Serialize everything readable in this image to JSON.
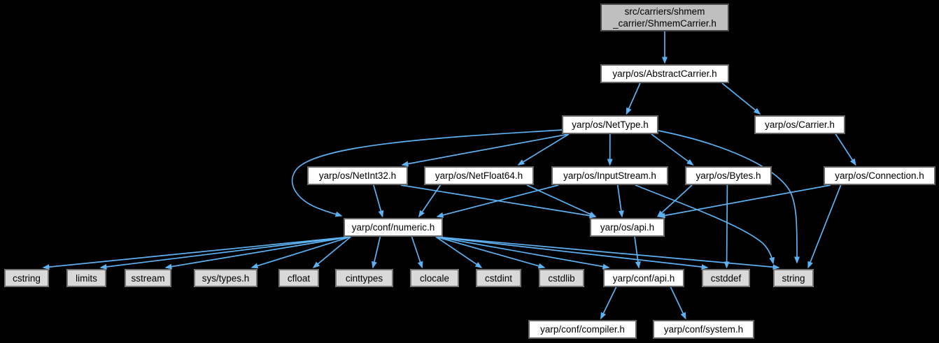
{
  "diagram": {
    "type": "include-dependency-graph",
    "colors": {
      "background": "#000000",
      "edge": "#5cb2f2",
      "root_fill": "#bfbfbf",
      "yarp_header_fill": "#ffffff",
      "system_header_fill": "#d9d9d9",
      "border": "#656565",
      "text": "#000000"
    },
    "nodes": [
      {
        "id": "shmem",
        "label": "src/carriers/shmem\n_carrier/ShmemCarrier.h",
        "kind": "file"
      },
      {
        "id": "abstract",
        "label": "yarp/os/AbstractCarrier.h",
        "kind": "yarp-header"
      },
      {
        "id": "nettype",
        "label": "yarp/os/NetType.h",
        "kind": "yarp-header"
      },
      {
        "id": "carrier",
        "label": "yarp/os/Carrier.h",
        "kind": "yarp-header"
      },
      {
        "id": "netint32",
        "label": "yarp/os/NetInt32.h",
        "kind": "yarp-header"
      },
      {
        "id": "netfloat64",
        "label": "yarp/os/NetFloat64.h",
        "kind": "yarp-header"
      },
      {
        "id": "inputstream",
        "label": "yarp/os/InputStream.h",
        "kind": "yarp-header"
      },
      {
        "id": "bytes",
        "label": "yarp/os/Bytes.h",
        "kind": "yarp-header"
      },
      {
        "id": "connection",
        "label": "yarp/os/Connection.h",
        "kind": "yarp-header"
      },
      {
        "id": "numeric",
        "label": "yarp/conf/numeric.h",
        "kind": "yarp-header"
      },
      {
        "id": "osapi",
        "label": "yarp/os/api.h",
        "kind": "yarp-header"
      },
      {
        "id": "cstring",
        "label": "cstring",
        "kind": "system-header"
      },
      {
        "id": "limits",
        "label": "limits",
        "kind": "system-header"
      },
      {
        "id": "sstream",
        "label": "sstream",
        "kind": "system-header"
      },
      {
        "id": "systypes",
        "label": "sys/types.h",
        "kind": "system-header"
      },
      {
        "id": "cfloat",
        "label": "cfloat",
        "kind": "system-header"
      },
      {
        "id": "cinttypes",
        "label": "cinttypes",
        "kind": "system-header"
      },
      {
        "id": "clocale",
        "label": "clocale",
        "kind": "system-header"
      },
      {
        "id": "cstdint",
        "label": "cstdint",
        "kind": "system-header"
      },
      {
        "id": "cstdlib",
        "label": "cstdlib",
        "kind": "system-header"
      },
      {
        "id": "confapi",
        "label": "yarp/conf/api.h",
        "kind": "yarp-header"
      },
      {
        "id": "cstddef",
        "label": "cstddef",
        "kind": "system-header"
      },
      {
        "id": "string",
        "label": "string",
        "kind": "system-header"
      },
      {
        "id": "compiler",
        "label": "yarp/conf/compiler.h",
        "kind": "yarp-header"
      },
      {
        "id": "system",
        "label": "yarp/conf/system.h",
        "kind": "yarp-header"
      }
    ],
    "edges": [
      {
        "from": "shmem",
        "to": "abstract"
      },
      {
        "from": "abstract",
        "to": "nettype"
      },
      {
        "from": "abstract",
        "to": "carrier"
      },
      {
        "from": "carrier",
        "to": "connection"
      },
      {
        "from": "nettype",
        "to": "netint32"
      },
      {
        "from": "nettype",
        "to": "netfloat64"
      },
      {
        "from": "nettype",
        "to": "inputstream"
      },
      {
        "from": "nettype",
        "to": "bytes"
      },
      {
        "from": "nettype",
        "to": "numeric"
      },
      {
        "from": "nettype",
        "to": "string"
      },
      {
        "from": "netint32",
        "to": "numeric"
      },
      {
        "from": "netint32",
        "to": "osapi"
      },
      {
        "from": "netfloat64",
        "to": "numeric"
      },
      {
        "from": "netfloat64",
        "to": "osapi"
      },
      {
        "from": "inputstream",
        "to": "numeric"
      },
      {
        "from": "inputstream",
        "to": "osapi"
      },
      {
        "from": "inputstream",
        "to": "string"
      },
      {
        "from": "bytes",
        "to": "osapi"
      },
      {
        "from": "bytes",
        "to": "cstddef"
      },
      {
        "from": "connection",
        "to": "osapi"
      },
      {
        "from": "connection",
        "to": "string"
      },
      {
        "from": "numeric",
        "to": "cstring"
      },
      {
        "from": "numeric",
        "to": "limits"
      },
      {
        "from": "numeric",
        "to": "sstream"
      },
      {
        "from": "numeric",
        "to": "systypes"
      },
      {
        "from": "numeric",
        "to": "cfloat"
      },
      {
        "from": "numeric",
        "to": "cinttypes"
      },
      {
        "from": "numeric",
        "to": "clocale"
      },
      {
        "from": "numeric",
        "to": "cstdint"
      },
      {
        "from": "numeric",
        "to": "cstdlib"
      },
      {
        "from": "numeric",
        "to": "confapi"
      },
      {
        "from": "numeric",
        "to": "cstddef"
      },
      {
        "from": "numeric",
        "to": "string"
      },
      {
        "from": "osapi",
        "to": "confapi"
      },
      {
        "from": "confapi",
        "to": "compiler"
      },
      {
        "from": "confapi",
        "to": "system"
      }
    ]
  }
}
